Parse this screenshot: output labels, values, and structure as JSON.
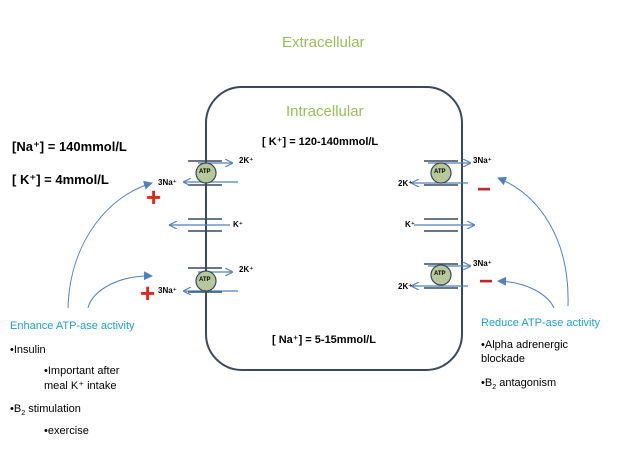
{
  "extracellular_label": "Extracellular",
  "intracellular_label": "Intracellular",
  "extracellular_conc": {
    "na": "[Na⁺] = 140mmol/L",
    "k": "[ K⁺] = 4mmol/L"
  },
  "intracellular_conc": {
    "k": "[ K⁺] = 120-140mmol/L",
    "na": "[ Na⁺] = 5-15mmol/L"
  },
  "pump_label": "ATP",
  "ion_labels": {
    "k2_out": "2K⁺",
    "na3_in": "3Na⁺",
    "k_channel": "K⁺"
  },
  "left_panel": {
    "title": "Enhance ATP-ase activity",
    "insulin": "•Insulin",
    "insulin_note_1": "•Important after",
    "insulin_note_2": "meal K⁺ intake",
    "b2_prefix": "•B",
    "b2_sub": "2",
    "b2_suffix": " stimulation",
    "exercise": "•exercise",
    "effect": "+"
  },
  "right_panel": {
    "title": "Reduce ATP-ase activity",
    "alpha_1": "•Alpha adrenergic",
    "alpha_2": "blockade",
    "b2_prefix": "•B",
    "b2_sub": "2",
    "b2_suffix": " antagonism",
    "effect": "−"
  },
  "colors": {
    "green": "#9bbb59",
    "blue": "#1fa0c8",
    "arrow": "#4f81bd",
    "cell": "#3a4a5c",
    "atp_fill": "#b7c99a",
    "plus": "#e0281e",
    "minus": "#c0282e"
  }
}
